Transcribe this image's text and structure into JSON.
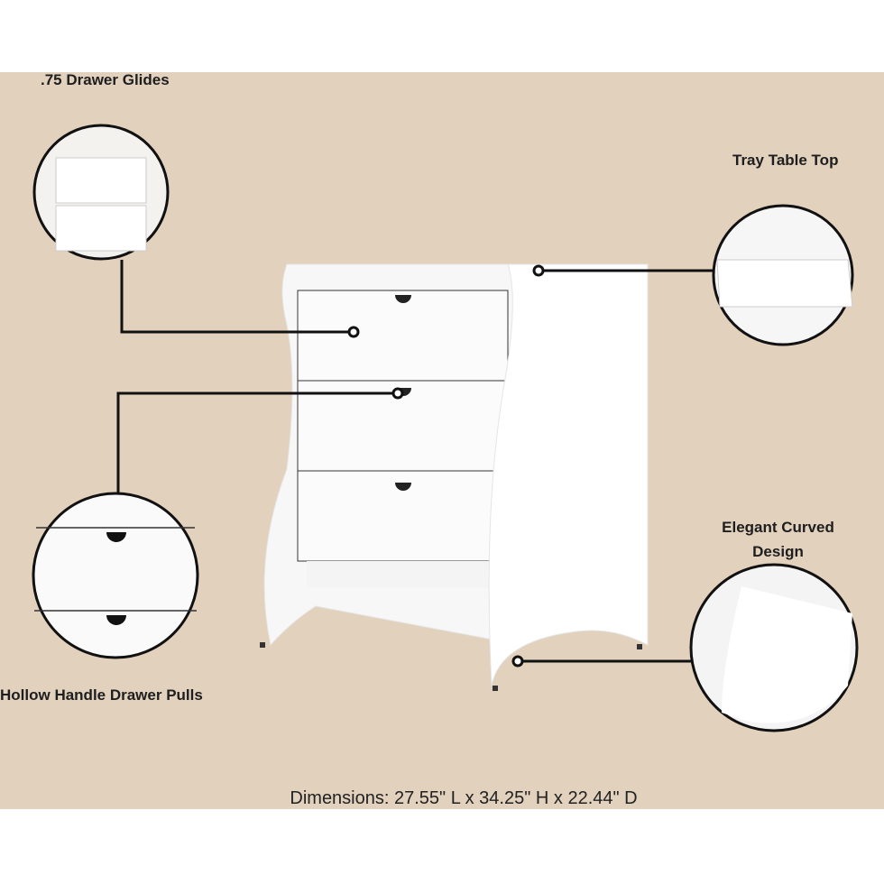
{
  "features": {
    "drawer_glides": ".75 Drawer Glides",
    "tray_top": "Tray Table Top",
    "curved_design_line1": "Elegant Curved",
    "curved_design_line2": "Design",
    "drawer_pulls": "Hollow Handle Drawer Pulls"
  },
  "dimensions": "Dimensions: 27.55\" L x 34.25\" H x 22.44\" D",
  "colors": {
    "background": "#e2d1bd",
    "furniture": "#ffffff",
    "line": "#111111"
  }
}
